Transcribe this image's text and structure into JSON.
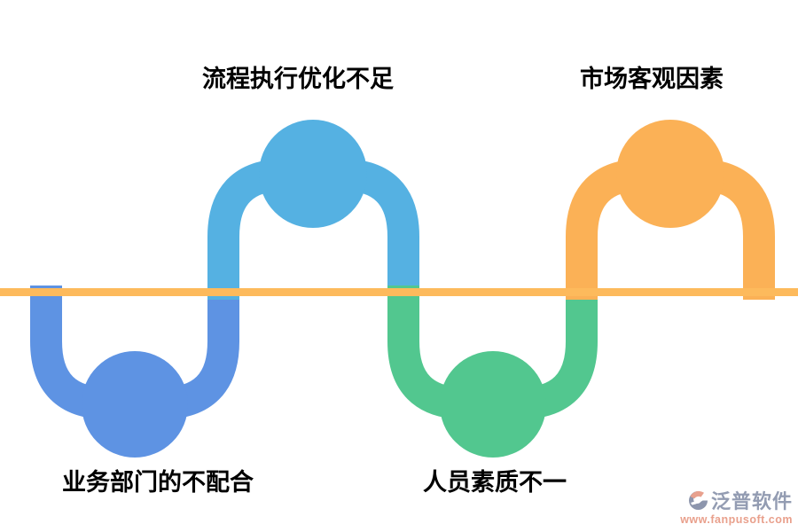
{
  "page": {
    "background": "#ffffff"
  },
  "diagram": {
    "type": "alternating-wave-factor-diagram",
    "baseline": {
      "color": "#FDBA5C"
    },
    "items": [
      {
        "id": "process-execution",
        "label": "流程执行优化不足",
        "position": "top",
        "color": "#55B1E2"
      },
      {
        "id": "market-factors",
        "label": "市场客观因素",
        "position": "top",
        "color": "#FBB156"
      },
      {
        "id": "business-dept",
        "label": "业务部门的不配合",
        "position": "bottom",
        "color": "#5E93E3"
      },
      {
        "id": "personnel-quality",
        "label": "人员素质不一",
        "position": "bottom",
        "color": "#52C78F"
      }
    ]
  },
  "watermark": {
    "brand": "泛普软件",
    "url": "www.fanpusoft.com",
    "brand_color": "#939CB2",
    "url_color": "#E9A08C",
    "logo_body_color": "#8D96AD",
    "logo_accent_color": "#E8A18E"
  }
}
